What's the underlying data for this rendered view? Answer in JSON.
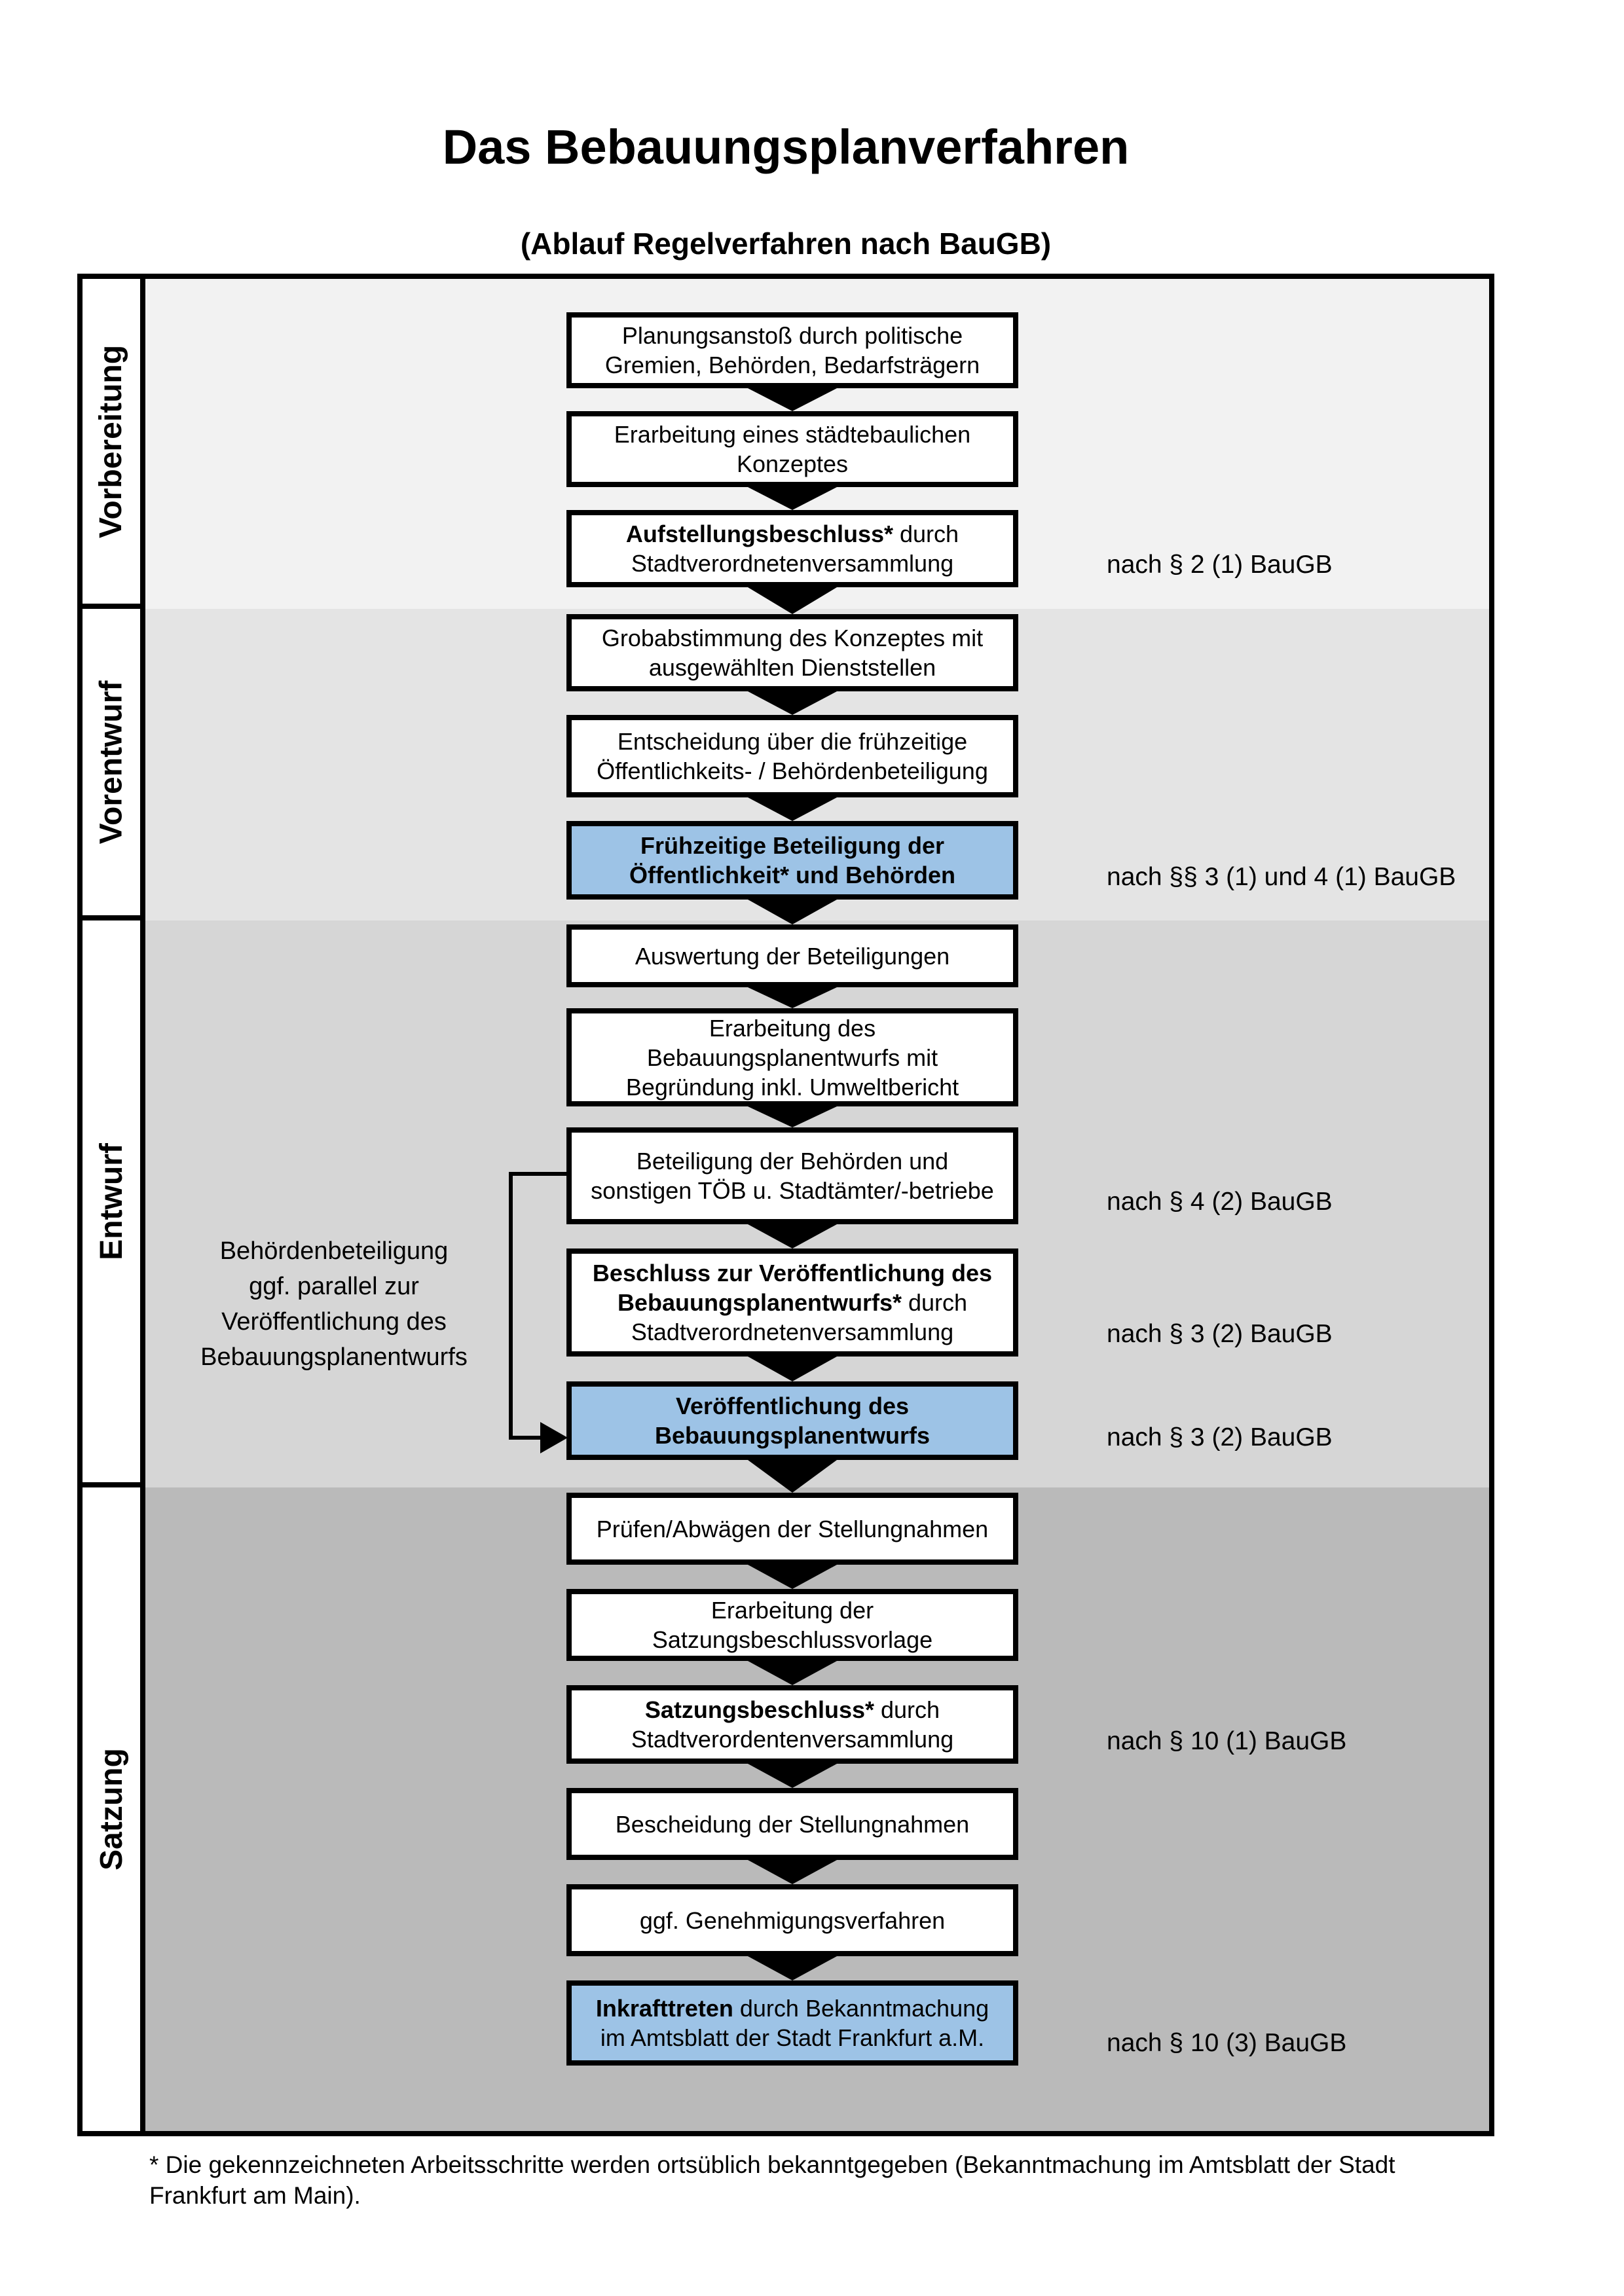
{
  "title": "Das Bebauungsplanverfahren",
  "subtitle": "(Ablauf Regelverfahren nach BauGB)",
  "colors": {
    "highlight_blue": "#9dc3e6",
    "box_border": "#000000",
    "band_colors": [
      "#f2f2f2",
      "#e4e4e4",
      "#d6d6d6",
      "#bababa"
    ]
  },
  "phases": [
    {
      "label": "Vorbereitung"
    },
    {
      "label": "Vorentwurf"
    },
    {
      "label": "Entwurf"
    },
    {
      "label": "Satzung"
    }
  ],
  "flow": {
    "steps": [
      {
        "lines": [
          [
            {
              "t": "Planungsanstoß durch politische",
              "b": false
            }
          ],
          [
            {
              "t": "Gremien, Behörden, Bedarfsträgern",
              "b": false
            }
          ]
        ],
        "highlight": false,
        "reference": null
      },
      {
        "lines": [
          [
            {
              "t": "Erarbeitung eines städtebaulichen",
              "b": false
            }
          ],
          [
            {
              "t": "Konzeptes",
              "b": false
            }
          ]
        ],
        "highlight": false,
        "reference": null
      },
      {
        "lines": [
          [
            {
              "t": "Aufstellungsbeschluss*",
              "b": true
            },
            {
              "t": " durch",
              "b": false
            }
          ],
          [
            {
              "t": "Stadtverordnetenversammlung",
              "b": false
            }
          ]
        ],
        "highlight": false,
        "reference": "nach § 2 (1) BauGB"
      },
      {
        "lines": [
          [
            {
              "t": "Grobabstimmung des Konzeptes mit",
              "b": false
            }
          ],
          [
            {
              "t": "ausgewählten Dienststellen",
              "b": false
            }
          ]
        ],
        "highlight": false,
        "reference": null
      },
      {
        "lines": [
          [
            {
              "t": "Entscheidung über die frühzeitige",
              "b": false
            }
          ],
          [
            {
              "t": "Öffentlichkeits- / Behördenbeteiligung",
              "b": false
            }
          ]
        ],
        "highlight": false,
        "reference": null
      },
      {
        "lines": [
          [
            {
              "t": "Frühzeitige Beteiligung der",
              "b": true
            }
          ],
          [
            {
              "t": "Öffentlichkeit* und Behörden",
              "b": true
            }
          ]
        ],
        "highlight": true,
        "reference": "nach §§ 3 (1) und 4 (1) BauGB"
      },
      {
        "lines": [
          [
            {
              "t": "Auswertung der Beteiligungen",
              "b": false
            }
          ]
        ],
        "highlight": false,
        "reference": null
      },
      {
        "lines": [
          [
            {
              "t": "Erarbeitung des",
              "b": false
            }
          ],
          [
            {
              "t": "Bebauungsplanentwurfs mit",
              "b": false
            }
          ],
          [
            {
              "t": "Begründung inkl. Umweltbericht",
              "b": false
            }
          ]
        ],
        "highlight": false,
        "reference": null
      },
      {
        "lines": [
          [
            {
              "t": "Beteiligung der Behörden und",
              "b": false
            }
          ],
          [
            {
              "t": "sonstigen TÖB u. Stadtämter/-betriebe",
              "b": false
            }
          ]
        ],
        "highlight": false,
        "reference": "nach § 4 (2) BauGB"
      },
      {
        "lines": [
          [
            {
              "t": "Beschluss zur Veröffentlichung des",
              "b": true
            }
          ],
          [
            {
              "t": "Bebauungsplanentwurfs*",
              "b": true
            },
            {
              "t": " durch",
              "b": false
            }
          ],
          [
            {
              "t": "Stadtverordnetenversammlung",
              "b": false
            }
          ]
        ],
        "highlight": false,
        "reference": "nach § 3 (2) BauGB"
      },
      {
        "lines": [
          [
            {
              "t": "Veröffentlichung des",
              "b": true
            }
          ],
          [
            {
              "t": "Bebauungsplanentwurfs",
              "b": true
            }
          ]
        ],
        "highlight": true,
        "reference": "nach § 3 (2) BauGB"
      },
      {
        "lines": [
          [
            {
              "t": "Prüfen/Abwägen der Stellungnahmen",
              "b": false
            }
          ]
        ],
        "highlight": false,
        "reference": null
      },
      {
        "lines": [
          [
            {
              "t": "Erarbeitung der",
              "b": false
            }
          ],
          [
            {
              "t": "Satzungsbeschlussvorlage",
              "b": false
            }
          ]
        ],
        "highlight": false,
        "reference": null
      },
      {
        "lines": [
          [
            {
              "t": "Satzungsbeschluss*",
              "b": true
            },
            {
              "t": " durch",
              "b": false
            }
          ],
          [
            {
              "t": "Stadtverordentenversammlung",
              "b": false
            }
          ]
        ],
        "highlight": false,
        "reference": "nach § 10 (1) BauGB"
      },
      {
        "lines": [
          [
            {
              "t": "Bescheidung der Stellungnahmen",
              "b": false
            }
          ]
        ],
        "highlight": false,
        "reference": null
      },
      {
        "lines": [
          [
            {
              "t": "ggf. Genehmigungsverfahren",
              "b": false
            }
          ]
        ],
        "highlight": false,
        "reference": null
      },
      {
        "lines": [
          [
            {
              "t": "Inkrafttreten",
              "b": true
            },
            {
              "t": " durch Bekanntmachung",
              "b": false
            }
          ],
          [
            {
              "t": "im Amtsblatt der Stadt Frankfurt a.M.",
              "b": false
            }
          ]
        ],
        "highlight": true,
        "reference": "nach § 10 (3) BauGB"
      }
    ]
  },
  "annotation": {
    "lines": [
      "Behördenbeteiligung",
      "ggf. parallel zur",
      "Veröffentlichung des",
      "Bebauungsplanentwurfs"
    ]
  },
  "footnote": "* Die gekennzeichneten Arbeitsschritte werden ortsüblich bekanntgegeben (Bekanntmachung im Amtsblatt der Stadt Frankfurt am Main)."
}
